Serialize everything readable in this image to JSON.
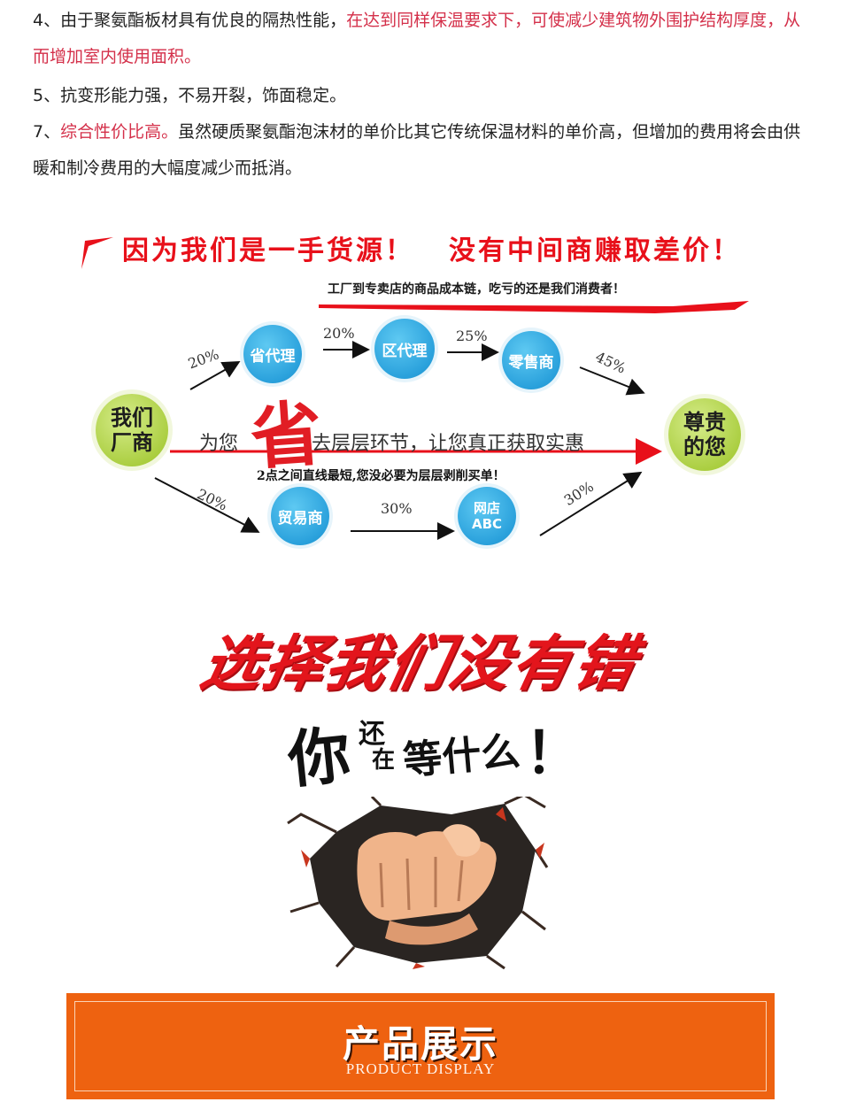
{
  "intro": {
    "p4_prefix": "4、由于聚氨酯板材具有优良的隔热性能，",
    "p4_highlight": "在达到同样保温要求下，可使减少建筑物外围护结构厚度，从而增加室内使用面积。",
    "p5": "5、抗变形能力强，不易开裂，饰面稳定。",
    "p7_prefix": "7、",
    "p7_highlight": "综合性价比高。",
    "p7_rest": "虽然硬质聚氨酯泡沫材的单价比其它传统保温材料的单价高，但增加的费用将会由供暖和制冷费用的大幅度减少而抵消。"
  },
  "slogan": {
    "left": "因为我们是一手货源！",
    "right": "没有中间商赚取差价！"
  },
  "diagram": {
    "chain_text": "工厂到专卖店的商品成本链，吃亏的还是我们消费者！",
    "factory_line1": "我们",
    "factory_line2": "厂商",
    "consumer_line1": "尊贵",
    "consumer_line2": "的您",
    "nodes": {
      "province": "省代理",
      "district": "区代理",
      "retail": "零售商",
      "trade": "贸易商",
      "shop_line1": "网店",
      "shop_line2": "ABC"
    },
    "percents": {
      "to_province": "20%",
      "province_district": "20%",
      "district_retail": "25%",
      "retail_consumer": "45%",
      "to_trade": "20%",
      "trade_shop": "30%",
      "shop_consumer": "30%"
    },
    "mid_left": "为您",
    "mid_big": "省",
    "mid_right": "去层层环节，让您真正获取实惠",
    "shortest": "2点之间直线最短,您没必要为层层剥削买单！",
    "colors": {
      "arrow_red": "#e8101a",
      "node_blue": "#2aa1dc",
      "node_green": "#a9cd3e"
    }
  },
  "promo": {
    "choose_us": "选择我们没有错",
    "wait_1": "你",
    "wait_2": "还",
    "wait_3": "在",
    "wait_4": "等什么",
    "wait_5": "！"
  },
  "banner": {
    "title": "产品展示",
    "subtitle": "PRODUCT DISPLAY",
    "color": "#ee6210"
  }
}
